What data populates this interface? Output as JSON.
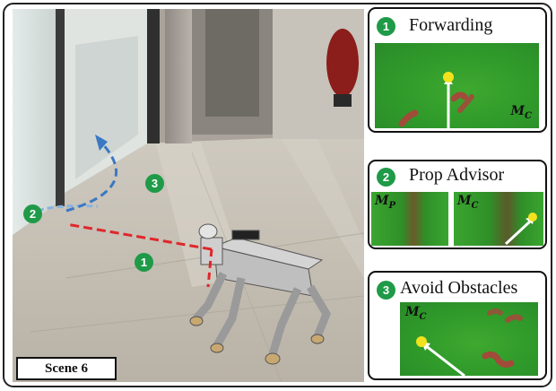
{
  "scene": {
    "label": "Scene 6"
  },
  "photo_markers": [
    "1",
    "2",
    "3"
  ],
  "panels": [
    {
      "number": "1",
      "title": "Forwarding",
      "maps": [
        {
          "label_main": "M",
          "label_sub": "C"
        }
      ]
    },
    {
      "number": "2",
      "title": "Prop Advisor",
      "maps": [
        {
          "label_main": "M",
          "label_sub": "P"
        },
        {
          "label_main": "M",
          "label_sub": "C"
        }
      ]
    },
    {
      "number": "3",
      "title": "Avoid Obstacles",
      "maps": [
        {
          "label_main": "M",
          "label_sub": "C"
        }
      ]
    }
  ],
  "colors": {
    "badge": "#1f9a48",
    "red_path": "#e0262a",
    "blue_path": "#3b78c4",
    "map_green": "#2f9a2a",
    "goal_dot": "#f2e21d"
  }
}
